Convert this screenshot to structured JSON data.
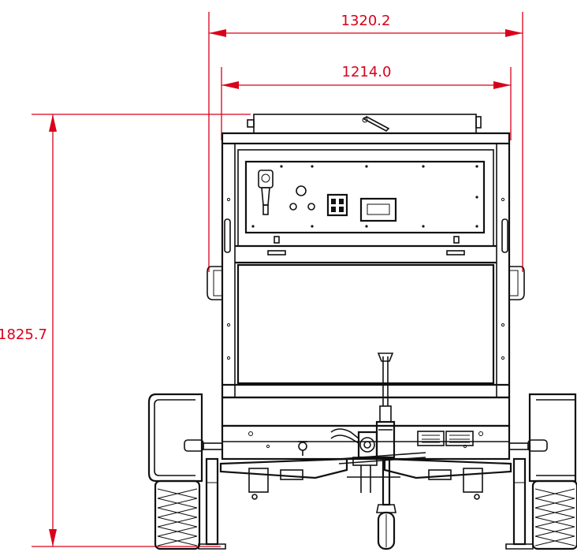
{
  "colors": {
    "dimension": "#d9001b",
    "outline": "#111111",
    "background": "#ffffff"
  },
  "dimensions": {
    "overall_width": "1320.2",
    "body_width": "1214.0",
    "overall_height": "1825.7"
  }
}
